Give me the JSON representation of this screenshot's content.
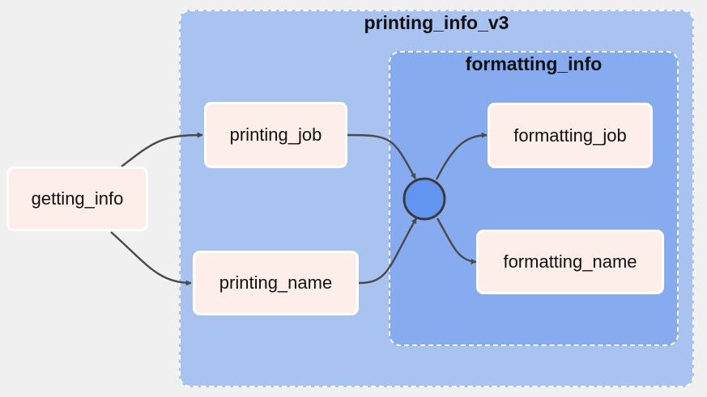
{
  "clusters": {
    "outer": {
      "title": "printing_info_v3"
    },
    "inner": {
      "title": "formatting_info"
    }
  },
  "nodes": {
    "getting_info": "getting_info",
    "printing_job": "printing_job",
    "printing_name": "printing_name",
    "formatting_job": "formatting_job",
    "formatting_name": "formatting_name"
  },
  "colors": {
    "background": "#f0f0f0",
    "outer_cluster": "#a9c3f0",
    "inner_cluster": "#86abee",
    "node_fill": "#fdeeea",
    "junction_fill": "#6195ef",
    "edge": "#4a4a4a"
  }
}
